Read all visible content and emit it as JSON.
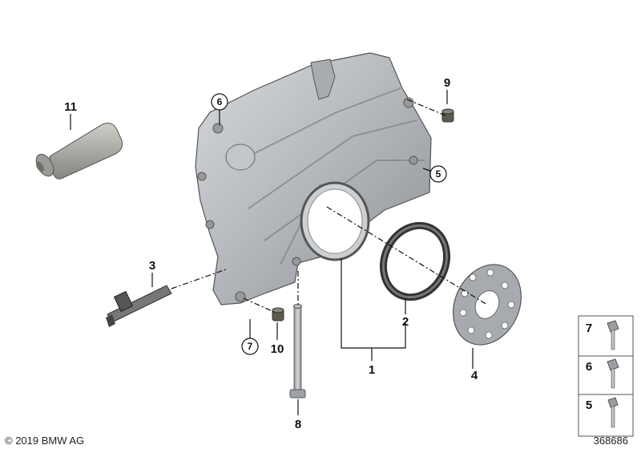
{
  "callouts": {
    "p1": "1",
    "p2": "2",
    "p3": "3",
    "p4": "4",
    "p5": "5",
    "p6": "6",
    "p7": "7",
    "p8": "8",
    "p9": "9",
    "p10": "10",
    "p11": "11",
    "box7": "7",
    "box6": "6",
    "box5": "5"
  },
  "footer": {
    "copyright": "© 2019 BMW AG",
    "diagram_number": "368686"
  }
}
